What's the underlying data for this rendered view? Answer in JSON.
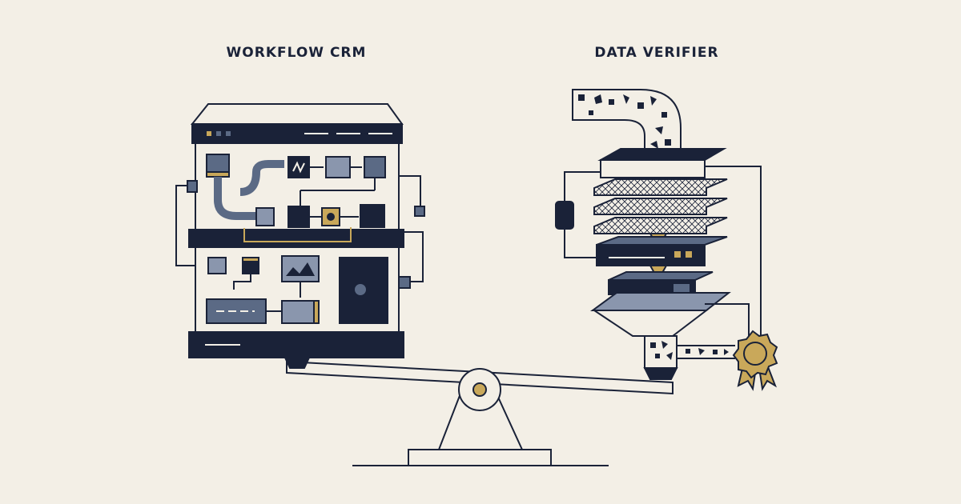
{
  "titles": {
    "left": "WORKFLOW CRM",
    "right": "DATA VERIFIER"
  },
  "palette": {
    "background": "#f3efe6",
    "navy": "#1a2238",
    "slate": "#5b6a85",
    "slate_light": "#8a96ad",
    "gold": "#c9a85a",
    "outline": "#1a2238"
  },
  "icons": {
    "left_machine": "crm-workflow-machine",
    "right_machine": "data-filter-stack",
    "balance": "seesaw-balance",
    "seal": "quality-award-seal"
  }
}
